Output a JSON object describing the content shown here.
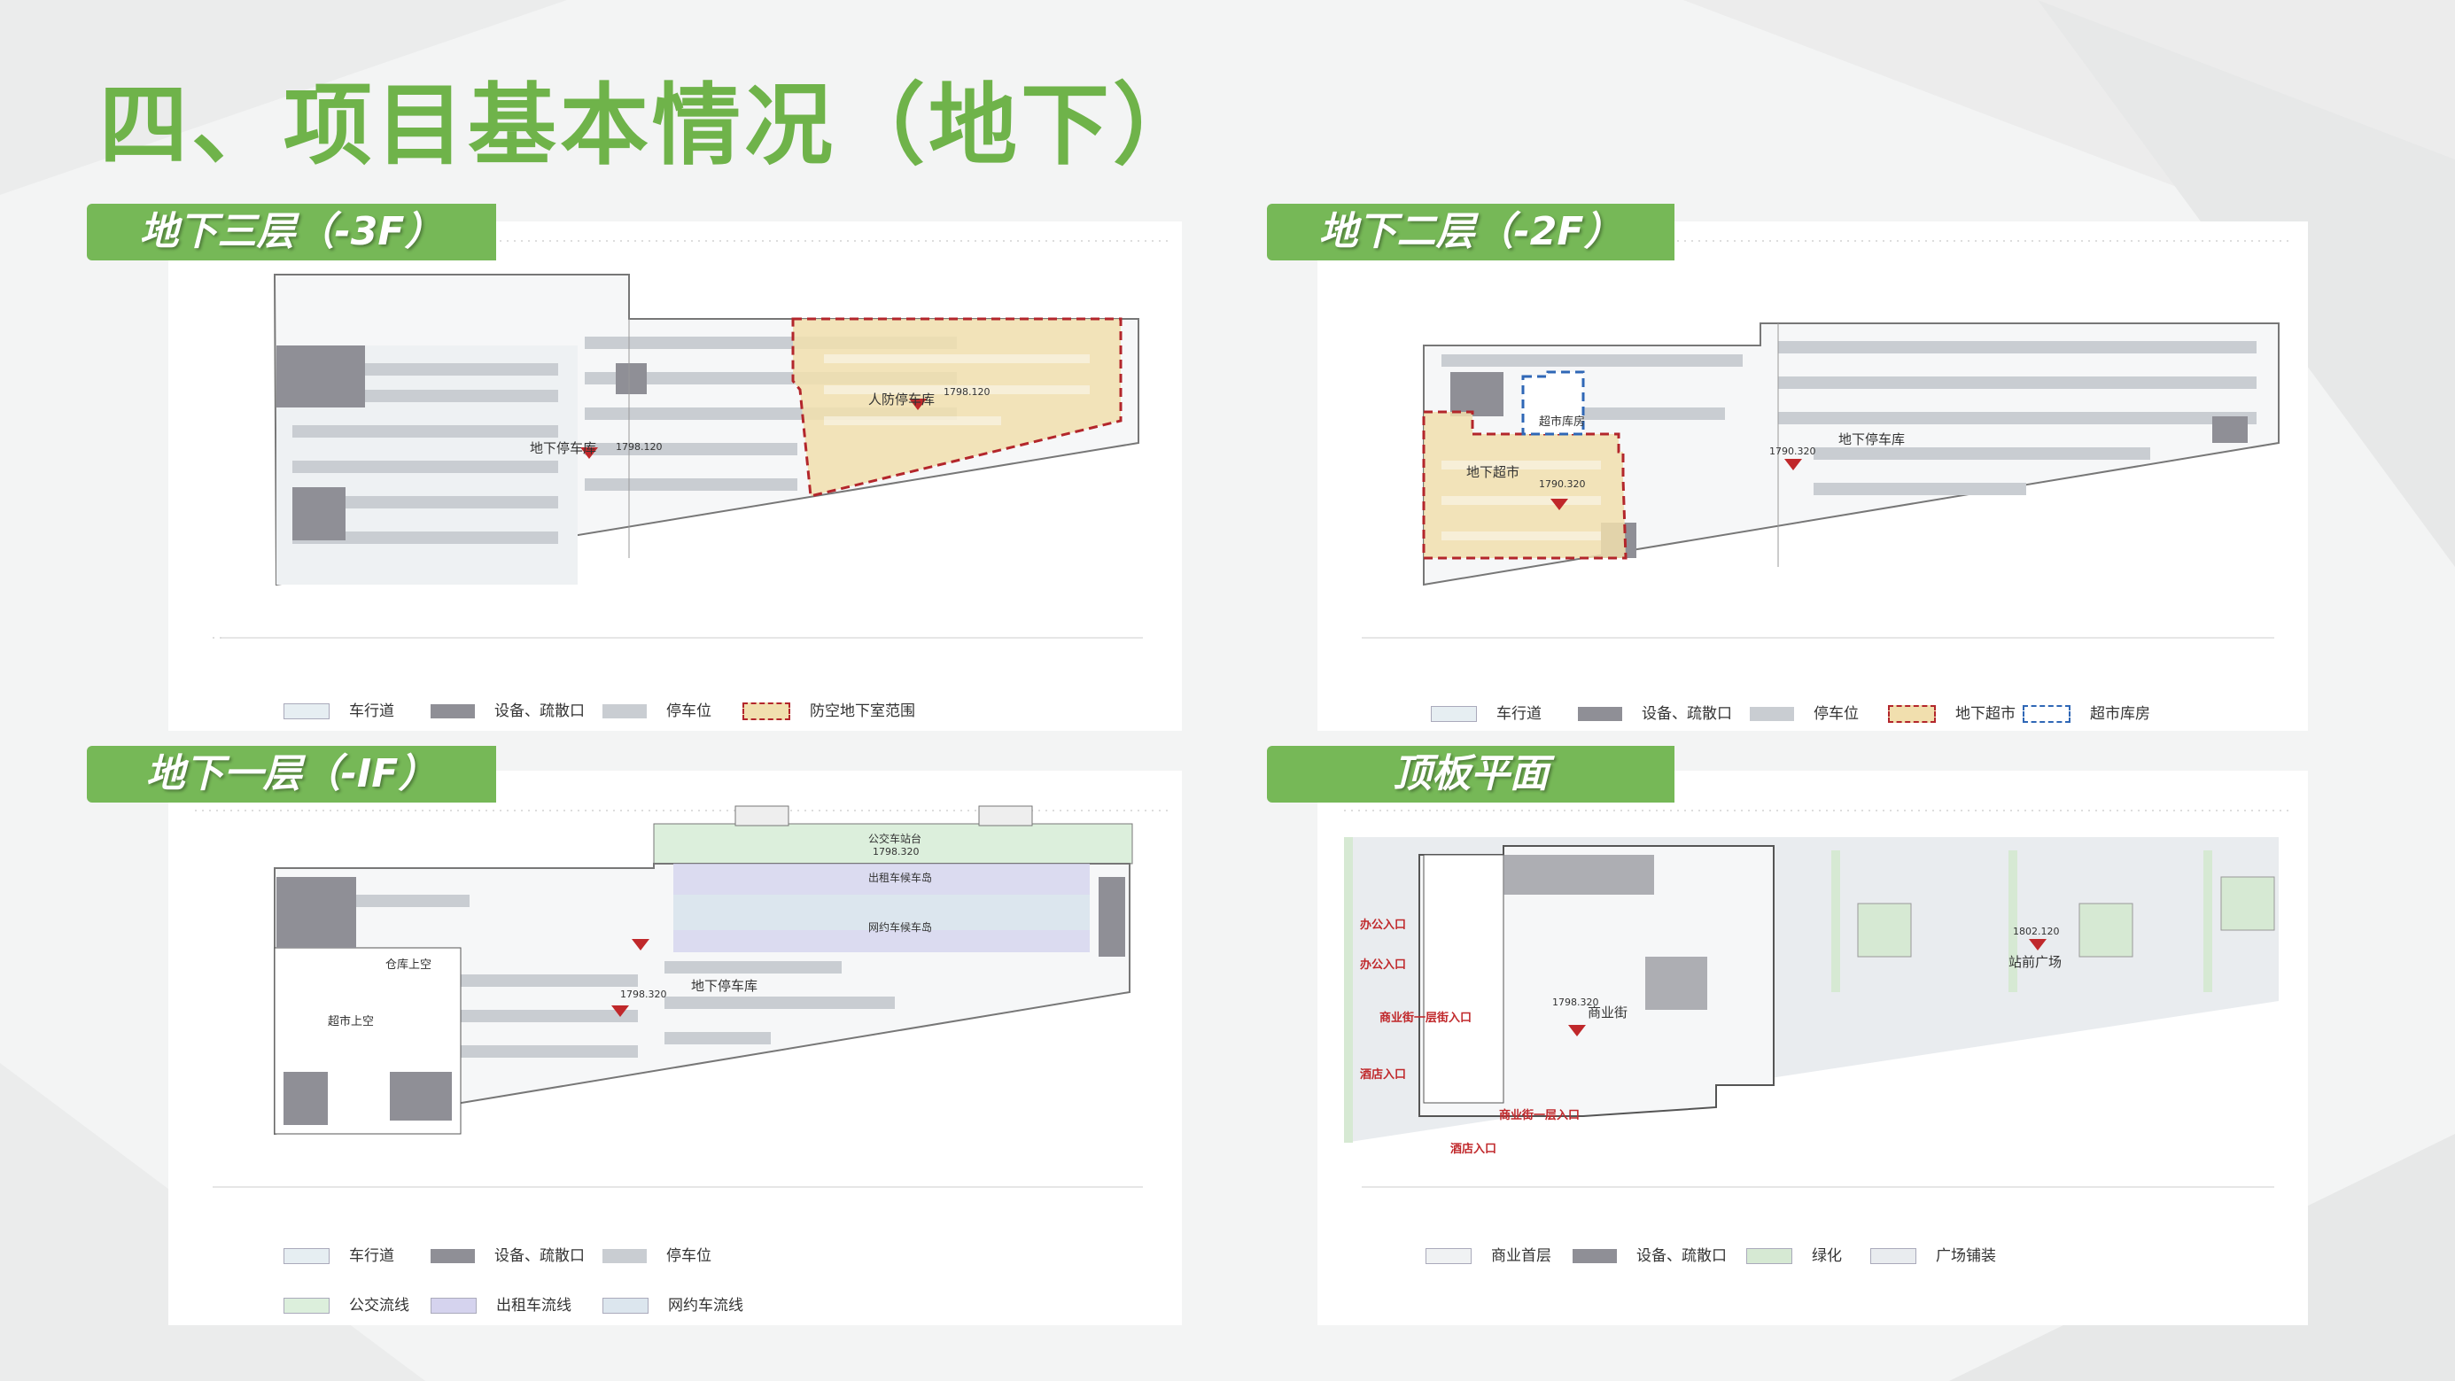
{
  "slide_title": "四、项目基本情况（地下）",
  "panels": {
    "b3": {
      "tab": "地下三层（-3F）",
      "labels": {
        "parking": "地下停车库",
        "civil": "人防停车库",
        "elev_a": "1798.120",
        "elev_b": "1798.120"
      },
      "legend": [
        "车行道",
        "设备、疏散口",
        "停车位",
        "防空地下室范围"
      ]
    },
    "b2": {
      "tab": "地下二层（-2F）",
      "labels": {
        "parking": "地下停车库",
        "market": "地下超市",
        "store": "超市库房",
        "elev_a": "1790.320",
        "elev_b": "1790.320"
      },
      "legend": [
        "车行道",
        "设备、疏散口",
        "停车位",
        "地下超市",
        "超市库房"
      ]
    },
    "b1": {
      "tab": "地下一层（-IF）",
      "labels": {
        "bus": "公交车站台",
        "elev_top": "1798.320",
        "taxi": "出租车候车岛",
        "ride": "网约车候车岛",
        "warehouse": "仓库上空",
        "parking": "地下停车库",
        "elev_mid": "1798.320",
        "market": "超市上空"
      },
      "legend": [
        "车行道",
        "设备、疏散口",
        "停车位",
        "公交流线",
        "出租车流线",
        "网约车流线"
      ]
    },
    "roof": {
      "tab": "顶板平面",
      "labels": {
        "office1": "办公入口",
        "office2": "办公入口",
        "street_in": "商业街一层街入口",
        "hotel1": "酒店入口",
        "hotel2": "酒店入口",
        "street_in2": "商业街一层入口",
        "elev": "1798.320",
        "street": "商业街",
        "plaza_elev": "1802.120",
        "plaza": "站前广场"
      },
      "legend": [
        "商业首层",
        "设备、疏散口",
        "绿化",
        "广场铺装"
      ]
    }
  },
  "colors": {
    "accent": "#76b857",
    "title": "#6fb34a",
    "road": "#e6eef2",
    "equipment": "#8f8f96",
    "parking": "#c9cdd2",
    "civil_defense": "#f1dfae",
    "civil_border": "#b3262b",
    "store_border": "#2f67b6",
    "bus": "#dcefdc",
    "taxi": "#d5d3ee",
    "ride": "#dce6ee",
    "greening": "#d6e9d3",
    "plaza": "#e9ecef"
  }
}
